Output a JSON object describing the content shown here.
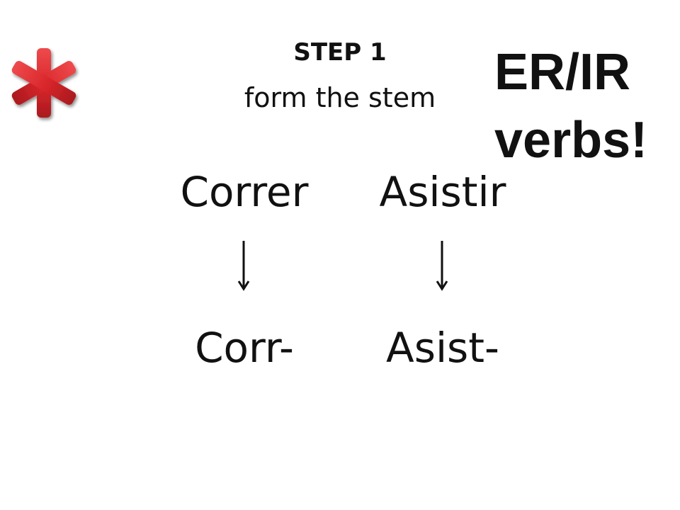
{
  "slide": {
    "step_title": "STEP 1",
    "step_subtitle": "form the stem",
    "badge": {
      "line1": "ER/IR",
      "line2": "verbs!"
    },
    "columns": [
      {
        "infinitive": "Correr",
        "stem": "Corr-"
      },
      {
        "infinitive": "Asistir",
        "stem": "Asist-"
      }
    ],
    "icons": {
      "decoration": "asterisk-icon",
      "transition": "arrow-down-icon"
    },
    "colors": {
      "asterisk": "#d8262b",
      "text": "#111111",
      "background": "#ffffff"
    }
  }
}
